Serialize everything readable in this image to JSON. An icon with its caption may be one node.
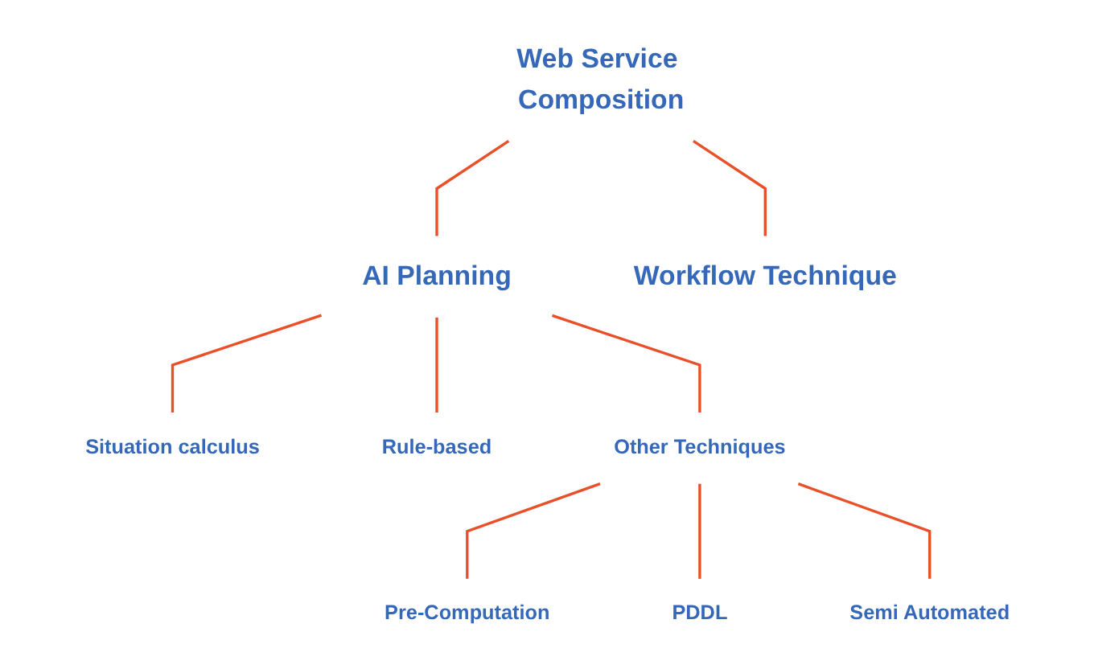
{
  "diagram": {
    "nodes": [
      {
        "text": [
          "Web Service Composition"
        ]
      },
      {
        "text": [
          "AI Planning"
        ]
      },
      {
        "text": [
          "Workflow Technique"
        ]
      },
      {
        "text": [
          "Situation calculus"
        ]
      },
      {
        "text": [
          "Rule-based"
        ]
      },
      {
        "text": [
          "Other Techniques"
        ]
      },
      {
        "text": [
          "Pre-Computation"
        ]
      },
      {
        "text": [
          "PDDL"
        ]
      },
      {
        "text": [
          "Semi Automated"
        ]
      }
    ],
    "edges": [
      {
        "from": 0,
        "to": 1,
        "arrow": "none"
      },
      {
        "from": 0,
        "to": 2,
        "arrow": "none"
      },
      {
        "from": 1,
        "to": 3,
        "arrow": "none"
      },
      {
        "from": 1,
        "to": 4,
        "arrow": "none"
      },
      {
        "from": 1,
        "to": 5,
        "arrow": "none"
      },
      {
        "from": 5,
        "to": 6,
        "arrow": "none"
      },
      {
        "from": 5,
        "to": 7,
        "arrow": "none"
      },
      {
        "from": 5,
        "to": 8,
        "arrow": "none"
      }
    ]
  }
}
